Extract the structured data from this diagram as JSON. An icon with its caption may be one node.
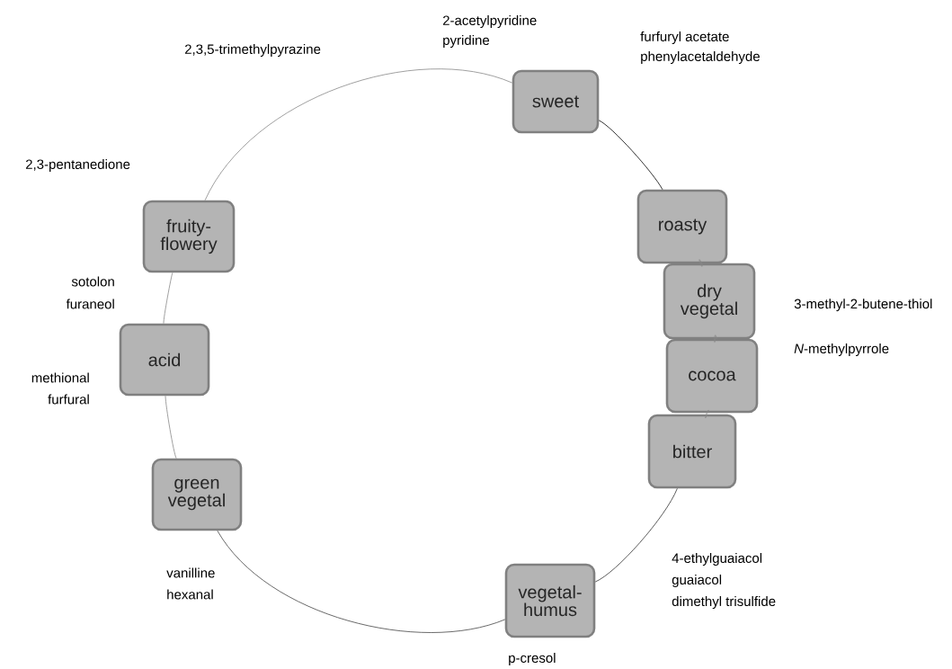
{
  "diagram": {
    "nodes": [
      {
        "text": [
          "sweet"
        ]
      },
      {
        "text": [
          "roasty"
        ]
      },
      {
        "text": [
          "dry vegetal"
        ]
      },
      {
        "text": [
          "cocoa"
        ]
      },
      {
        "text": [
          "bitter"
        ]
      },
      {
        "text": [
          "vegetal-humus"
        ]
      },
      {
        "text": [
          "green vegetal"
        ]
      },
      {
        "text": [
          "acid"
        ]
      },
      {
        "text": [
          "fruity-flowery"
        ]
      }
    ],
    "edges": [
      {
        "from": 0,
        "to": 1,
        "arrow": "none",
        "color": "#000000"
      },
      {
        "from": 1,
        "to": 2,
        "arrow": "none"
      },
      {
        "from": 2,
        "to": 3,
        "arrow": "none"
      },
      {
        "from": 3,
        "to": 4,
        "arrow": "none"
      },
      {
        "from": 4,
        "to": 5,
        "arrow": "none",
        "color": "#333333"
      },
      {
        "from": 5,
        "to": 6,
        "arrow": "none",
        "color": "#444444"
      },
      {
        "from": 6,
        "to": 7,
        "arrow": "none"
      },
      {
        "from": 7,
        "to": 8,
        "arrow": "none"
      },
      {
        "from": 8,
        "to": 0,
        "arrow": "none"
      }
    ],
    "labels": [
      "2-acetylpyridine",
      "pyridine",
      "2,3,5-trimethylpyrazine",
      "furfuryl acetate",
      "phenylacetaldehyde",
      "2,3-pentanedione",
      "sotolon",
      "furaneol",
      "3-methyl-2-butene-thiol",
      "*N*-methylpyrrole",
      "methional",
      "furfural",
      "4-ethylguaiacol",
      "guaiacol",
      "dimethyl trisulfide",
      "vanilline",
      "hexanal",
      "p-cresol"
    ]
  }
}
